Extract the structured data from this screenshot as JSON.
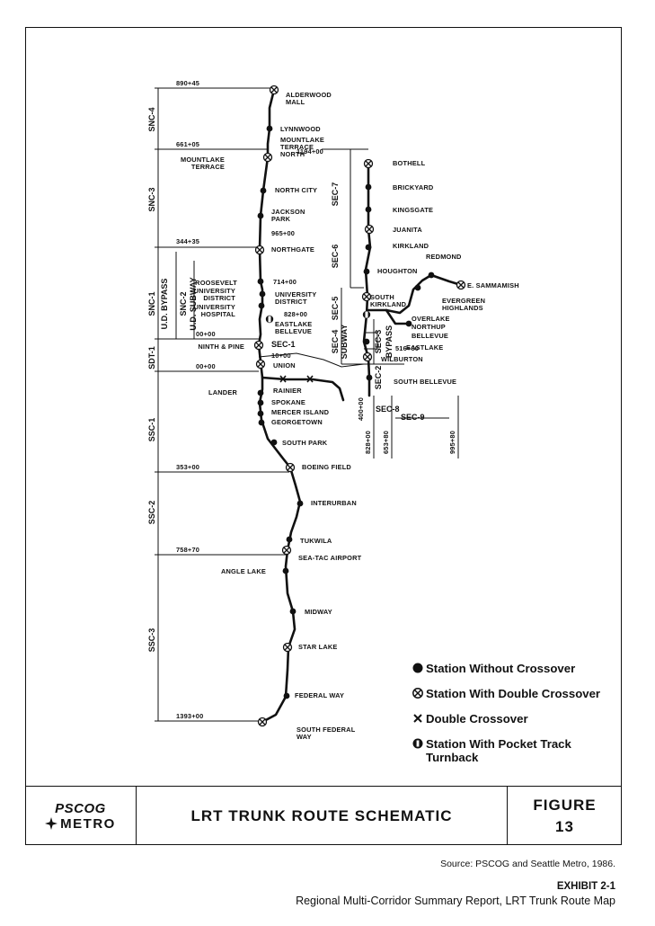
{
  "stations_north": [
    "ALDERWOOD MALL",
    "LYNNWOOD",
    "MOUNTLAKE TERRACE NORTH",
    "NORTH CITY",
    "JACKSON PARK",
    "NORTHGATE"
  ],
  "stations_south": [
    "UNION",
    "RAINIER",
    "SPOKANE",
    "MERCER ISLAND",
    "GEORGETOWN",
    "SOUTH PARK",
    "BOEING FIELD",
    "INTERURBAN",
    "TUKWILA",
    "SEA-TAC AIRPORT",
    "MIDWAY",
    "STAR LAKE",
    "FEDERAL WAY",
    "SOUTH FEDERAL WAY"
  ],
  "stations_west": [
    "MOUNTLAKE TERRACE",
    "ROOSEVELT",
    "UNIVERSITY DISTRICT",
    "UNIVERSITY HOSPITAL",
    "NINTH & PINE",
    "LANDER",
    "ANGLE LAKE"
  ],
  "stations_east": [
    "BOTHELL",
    "BRICKYARD",
    "KINGSGATE",
    "JUANITA",
    "KIRKLAND",
    "REDMOND",
    "E. SAMMAMISH",
    "HOUGHTON",
    "SOUTH KIRKLAND",
    "EVERGREEN HIGHLANDS",
    "OVERLAKE",
    "NORTHUP",
    "BELLEVUE",
    "EASTLAKE",
    "WILBURTON",
    "SOUTH BELLEVUE"
  ],
  "labels_center": {
    "eastlake_bellevue": "EASTLAKE BELLEVUE",
    "u_district": "UNIVERSITY DISTRICT"
  },
  "stations_line": [
    "SOUTH FEDERAL WAY"
  ],
  "segments": [
    "SNC-4",
    "SNC-3",
    "SNC-1",
    "U.D. BYPASS",
    "SNC-2",
    "U.D. SUBWAY",
    "SDT-1",
    "SSC-1",
    "SSC-2",
    "SSC-3",
    "SEC-7",
    "SEC-6",
    "SEC-5",
    "SEC-4",
    "SUBWAY",
    "SEC-3",
    "BYPASS",
    "SEC-2",
    "SEC-1",
    "SEC-8",
    "SEC-9"
  ],
  "stationing": [
    "890+45",
    "661+05",
    "1194+00",
    "344+35",
    "965+00",
    "714+00",
    "828+00",
    "00+00",
    "516+00",
    "00+00",
    "10+00",
    "400+00",
    "828+00",
    "653+80",
    "995+80",
    "353+00",
    "758+70",
    "1393+00"
  ],
  "legend": [
    {
      "icon": "station-solid-icon",
      "label": "Station Without Crossover"
    },
    {
      "icon": "station-double-crossover-icon",
      "label": "Station With Double Crossover"
    },
    {
      "icon": "double-crossover-icon",
      "label": "Double Crossover"
    },
    {
      "icon": "station-pocket-track-icon",
      "label": "Station With Pocket Track Turnback"
    }
  ],
  "titlebar": {
    "logo_top": "PSCOG",
    "logo_bottom": "METRO",
    "title": "LRT TRUNK ROUTE SCHEMATIC",
    "figure_label": "FIGURE",
    "figure_number": "13"
  },
  "footer": {
    "source": "Source: PSCOG and Seattle Metro, 1986.",
    "exhibit": "EXHIBIT 2-1",
    "exhibit_title": "Regional Multi-Corridor Summary Report, LRT Trunk Route Map"
  }
}
